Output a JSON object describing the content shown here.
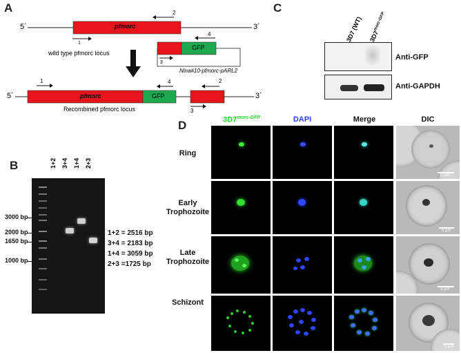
{
  "panels": {
    "A": "A",
    "B": "B",
    "C": "C",
    "D": "D"
  },
  "panelA": {
    "five_prime": "5´",
    "three_prime": "3´",
    "gene": "pfmorc",
    "gfp": "GFP",
    "wt_label": "wild type pfmorc locus",
    "plasmid_label": "Nina#10-pfmorc-pARL2",
    "recomb_label": "Recombined pfmorc locus",
    "primers": [
      "1",
      "2",
      "3",
      "4"
    ],
    "colors": {
      "gene": "#e8141b",
      "gfp": "#1fa84f"
    }
  },
  "panelB": {
    "lanes": [
      "1+2",
      "3+4",
      "1+4",
      "2+3"
    ],
    "ladder": [
      "3000 bp",
      "2000 bp",
      "1650 bp",
      "1000 bp"
    ],
    "products": [
      "1+2 = 2516 bp",
      "3+4 = 2183 bp",
      "1+4 = 3059 bp",
      "2+3 =1725 bp"
    ]
  },
  "panelC": {
    "lanes": [
      "3D7 (WT)",
      "3D7",
      "morc-GFP"
    ],
    "blots": [
      "Anti-GFP",
      "Anti-GAPDH"
    ]
  },
  "panelD": {
    "columns": {
      "c1_base": "3D7",
      "c1_sup": "morc-GFP",
      "c2": "DAPI",
      "c3": "Merge",
      "c4": "DIC"
    },
    "rows": [
      "Ring",
      "Early\nTrophozoite",
      "Late\nTrophozoite",
      "Schizont"
    ],
    "scale": "5 µm",
    "colors": {
      "gfp": "#2bd12b",
      "dapi": "#2a3dff"
    }
  }
}
